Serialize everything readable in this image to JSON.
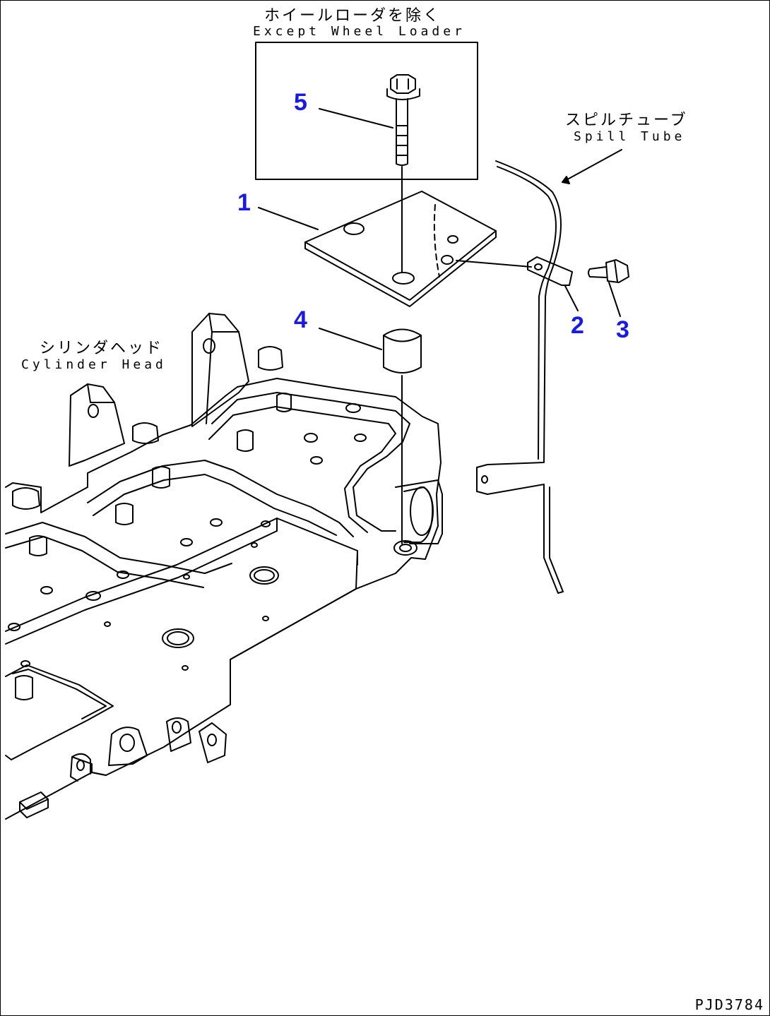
{
  "labels": {
    "except_wheel_loader_jp": "ホイールローダを除く",
    "except_wheel_loader_en": "Except Wheel Loader",
    "spill_tube_jp": "スピルチューブ",
    "spill_tube_en": "Spill Tube",
    "cylinder_head_jp": "シリンダヘッド",
    "cylinder_head_en": "Cylinder Head"
  },
  "callouts": {
    "c1": "1",
    "c2": "2",
    "c3": "3",
    "c4": "4",
    "c5": "5"
  },
  "drawing_code": "PJD3784",
  "colors": {
    "callout": "#1a1ae6",
    "line": "#000000"
  }
}
